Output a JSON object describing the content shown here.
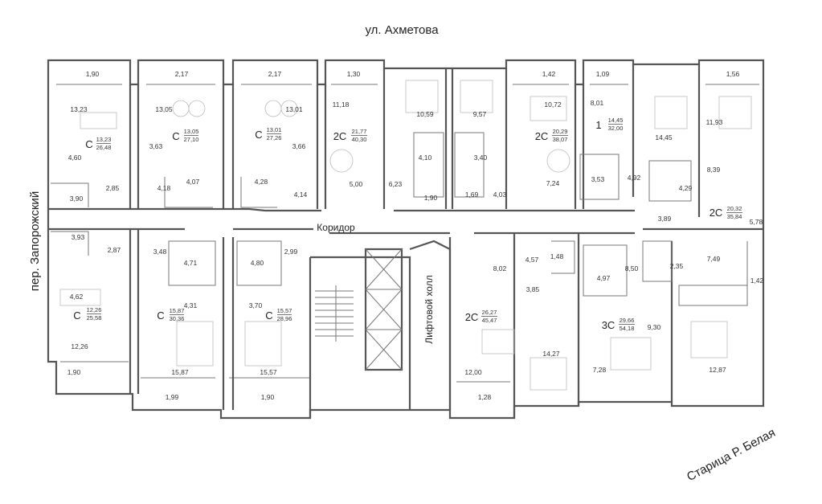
{
  "streets": {
    "top": "ул. Ахметова",
    "left": "пер. Запорожский",
    "bottom_right": "Старица Р. Белая"
  },
  "labels": {
    "corridor": "Коридор",
    "lift_hall": "Лифтовой холл"
  },
  "balconies": [
    {
      "id": "b1",
      "value": "1,90"
    },
    {
      "id": "b2",
      "value": "2,17"
    },
    {
      "id": "b3",
      "value": "2,17"
    },
    {
      "id": "b4",
      "value": "1,30"
    },
    {
      "id": "b5",
      "value": "1,42"
    },
    {
      "id": "b6",
      "value": "1,09"
    },
    {
      "id": "b7",
      "value": "1,56"
    },
    {
      "id": "b8",
      "value": "1,90"
    },
    {
      "id": "b9",
      "value": "1,99"
    },
    {
      "id": "b10",
      "value": "1,90"
    },
    {
      "id": "b11",
      "value": "1,28"
    },
    {
      "id": "b12",
      "value": "1,42"
    }
  ],
  "rooms": [
    {
      "id": "r1",
      "value": "13,23"
    },
    {
      "id": "r2",
      "value": "4,60"
    },
    {
      "id": "r3",
      "value": "2,85"
    },
    {
      "id": "r4",
      "value": "3,90"
    },
    {
      "id": "r5",
      "value": "13,05"
    },
    {
      "id": "r6",
      "value": "3,63"
    },
    {
      "id": "r7",
      "value": "4,18"
    },
    {
      "id": "r8",
      "value": "4,07"
    },
    {
      "id": "r9",
      "value": "13,01"
    },
    {
      "id": "r10",
      "value": "3,66"
    },
    {
      "id": "r11",
      "value": "4,28"
    },
    {
      "id": "r12",
      "value": "4,14"
    },
    {
      "id": "r13",
      "value": "11,18"
    },
    {
      "id": "r14",
      "value": "5,00"
    },
    {
      "id": "r15",
      "value": "6,23"
    },
    {
      "id": "r16",
      "value": "10,59"
    },
    {
      "id": "r17",
      "value": "4,10"
    },
    {
      "id": "r18",
      "value": "1,90"
    },
    {
      "id": "r19",
      "value": "9,57"
    },
    {
      "id": "r20",
      "value": "3,40"
    },
    {
      "id": "r21",
      "value": "1,69"
    },
    {
      "id": "r22",
      "value": "4,03"
    },
    {
      "id": "r23",
      "value": "10,72"
    },
    {
      "id": "r24",
      "value": "7,24"
    },
    {
      "id": "r25",
      "value": "8,01"
    },
    {
      "id": "r26",
      "value": "3,53"
    },
    {
      "id": "r27",
      "value": "4,92"
    },
    {
      "id": "r28",
      "value": "14,45"
    },
    {
      "id": "r29",
      "value": "4,29"
    },
    {
      "id": "r30",
      "value": "11,93"
    },
    {
      "id": "r31",
      "value": "8,39"
    },
    {
      "id": "r32",
      "value": "3,89"
    },
    {
      "id": "r33",
      "value": "5,78"
    },
    {
      "id": "r34",
      "value": "3,93"
    },
    {
      "id": "r35",
      "value": "2,87"
    },
    {
      "id": "r36",
      "value": "4,62"
    },
    {
      "id": "r37",
      "value": "12,26"
    },
    {
      "id": "r38",
      "value": "3,48"
    },
    {
      "id": "r39",
      "value": "4,71"
    },
    {
      "id": "r40",
      "value": "4,31"
    },
    {
      "id": "r41",
      "value": "15,87"
    },
    {
      "id": "r42",
      "value": "4,80"
    },
    {
      "id": "r43",
      "value": "2,99"
    },
    {
      "id": "r44",
      "value": "3,70"
    },
    {
      "id": "r45",
      "value": "15,57"
    },
    {
      "id": "r46",
      "value": "8,02"
    },
    {
      "id": "r47",
      "value": "12,00"
    },
    {
      "id": "r48",
      "value": "4,57"
    },
    {
      "id": "r49",
      "value": "1,48"
    },
    {
      "id": "r50",
      "value": "3,85"
    },
    {
      "id": "r51",
      "value": "14,27"
    },
    {
      "id": "r52",
      "value": "4,97"
    },
    {
      "id": "r53",
      "value": "8,50"
    },
    {
      "id": "r54",
      "value": "7,28"
    },
    {
      "id": "r55",
      "value": "9,30"
    },
    {
      "id": "r56",
      "value": "2,35"
    },
    {
      "id": "r57",
      "value": "7,49"
    },
    {
      "id": "r58",
      "value": "12,87"
    }
  ],
  "apartments": [
    {
      "id": "a1",
      "type": "C",
      "living": "13,23",
      "total": "26,48"
    },
    {
      "id": "a2",
      "type": "C",
      "living": "13,05",
      "total": "27,10"
    },
    {
      "id": "a3",
      "type": "C",
      "living": "13,01",
      "total": "27,26"
    },
    {
      "id": "a4",
      "type": "2C",
      "living": "21,77",
      "total": "40,30"
    },
    {
      "id": "a5",
      "type": "2C",
      "living": "20,29",
      "total": "38,07"
    },
    {
      "id": "a6",
      "type": "1",
      "living": "14,45",
      "total": "32,00"
    },
    {
      "id": "a7",
      "type": "2C",
      "living": "20,32",
      "total": "35,84"
    },
    {
      "id": "a8",
      "type": "C",
      "living": "12,26",
      "total": "25,58"
    },
    {
      "id": "a9",
      "type": "C",
      "living": "15,87",
      "total": "30,36"
    },
    {
      "id": "a10",
      "type": "C",
      "living": "15,57",
      "total": "28,96"
    },
    {
      "id": "a11",
      "type": "2C",
      "living": "26,27",
      "total": "45,47"
    },
    {
      "id": "a12",
      "type": "3C",
      "living": "29,66",
      "total": "54,18"
    }
  ]
}
